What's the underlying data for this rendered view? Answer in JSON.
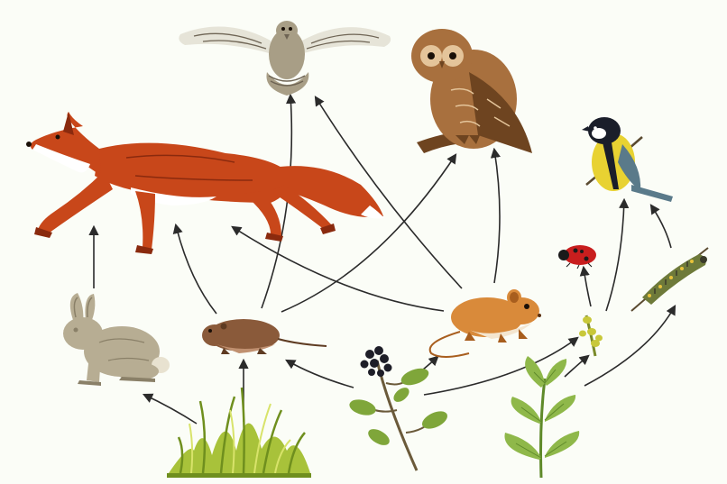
{
  "diagram": {
    "type": "food-web",
    "background": "#fbfdf7",
    "arrow_color": "#2b2b2b",
    "organisms": [
      {
        "id": "grass",
        "icon": "grass-icon",
        "colors": {
          "main": "#a8c23a",
          "dark": "#6f8f1e",
          "light": "#d8e36a"
        }
      },
      {
        "id": "berry-plant",
        "icon": "berry-plant-icon",
        "colors": {
          "leaf": "#7fa63a",
          "stem": "#6b5a3a",
          "berry": "#1e1e28"
        }
      },
      {
        "id": "nettle",
        "icon": "nettle-icon",
        "colors": {
          "leaf": "#8fb84a",
          "dark": "#5f8a2a"
        }
      },
      {
        "id": "rabbit",
        "icon": "rabbit-icon",
        "colors": {
          "main": "#b7ad93",
          "dark": "#8a8068",
          "light": "#e8e2d0"
        }
      },
      {
        "id": "vole",
        "icon": "vole-icon",
        "colors": {
          "main": "#8a5a3a",
          "dark": "#5e3b22",
          "light": "#c09070"
        }
      },
      {
        "id": "mouse",
        "icon": "mouse-icon",
        "colors": {
          "main": "#d98a3a",
          "dark": "#a85e1e",
          "light": "#f4e6d0"
        }
      },
      {
        "id": "fox",
        "icon": "fox-icon",
        "colors": {
          "main": "#c8471a",
          "dark": "#8a2a0e",
          "light": "#ffffff"
        }
      },
      {
        "id": "kestrel",
        "icon": "kestrel-icon",
        "colors": {
          "main": "#a89e86",
          "dark": "#6e6454",
          "light": "#e6e4d8"
        }
      },
      {
        "id": "owl",
        "icon": "owl-icon",
        "colors": {
          "main": "#a8703e",
          "dark": "#6e4420",
          "light": "#e4c49a"
        }
      },
      {
        "id": "great-tit",
        "icon": "great-tit-icon",
        "colors": {
          "yellow": "#e8d232",
          "head": "#1a1e2a",
          "wing": "#5a7a8a"
        }
      },
      {
        "id": "ladybird",
        "icon": "ladybird-icon",
        "colors": {
          "main": "#c81e1e",
          "dark": "#1a1a1a"
        }
      },
      {
        "id": "aphid",
        "icon": "aphid-icon",
        "colors": {
          "main": "#c8c83a"
        }
      },
      {
        "id": "caterpillar",
        "icon": "caterpillar-icon",
        "colors": {
          "main": "#6e7a3a",
          "dark": "#3a3a2a",
          "spot": "#e8c23a"
        }
      }
    ],
    "arrows": [
      {
        "from": "grass",
        "to": "rabbit"
      },
      {
        "from": "grass",
        "to": "vole"
      },
      {
        "from": "berry-plant",
        "to": "vole"
      },
      {
        "from": "berry-plant",
        "to": "mouse"
      },
      {
        "from": "berry-plant",
        "to": "aphid"
      },
      {
        "from": "nettle",
        "to": "aphid"
      },
      {
        "from": "nettle",
        "to": "caterpillar"
      },
      {
        "from": "rabbit",
        "to": "fox"
      },
      {
        "from": "vole",
        "to": "fox"
      },
      {
        "from": "vole",
        "to": "kestrel"
      },
      {
        "from": "vole",
        "to": "owl"
      },
      {
        "from": "mouse",
        "to": "fox"
      },
      {
        "from": "mouse",
        "to": "kestrel"
      },
      {
        "from": "mouse",
        "to": "owl"
      },
      {
        "from": "aphid",
        "to": "ladybird"
      },
      {
        "from": "aphid",
        "to": "great-tit"
      },
      {
        "from": "caterpillar",
        "to": "great-tit"
      }
    ]
  }
}
